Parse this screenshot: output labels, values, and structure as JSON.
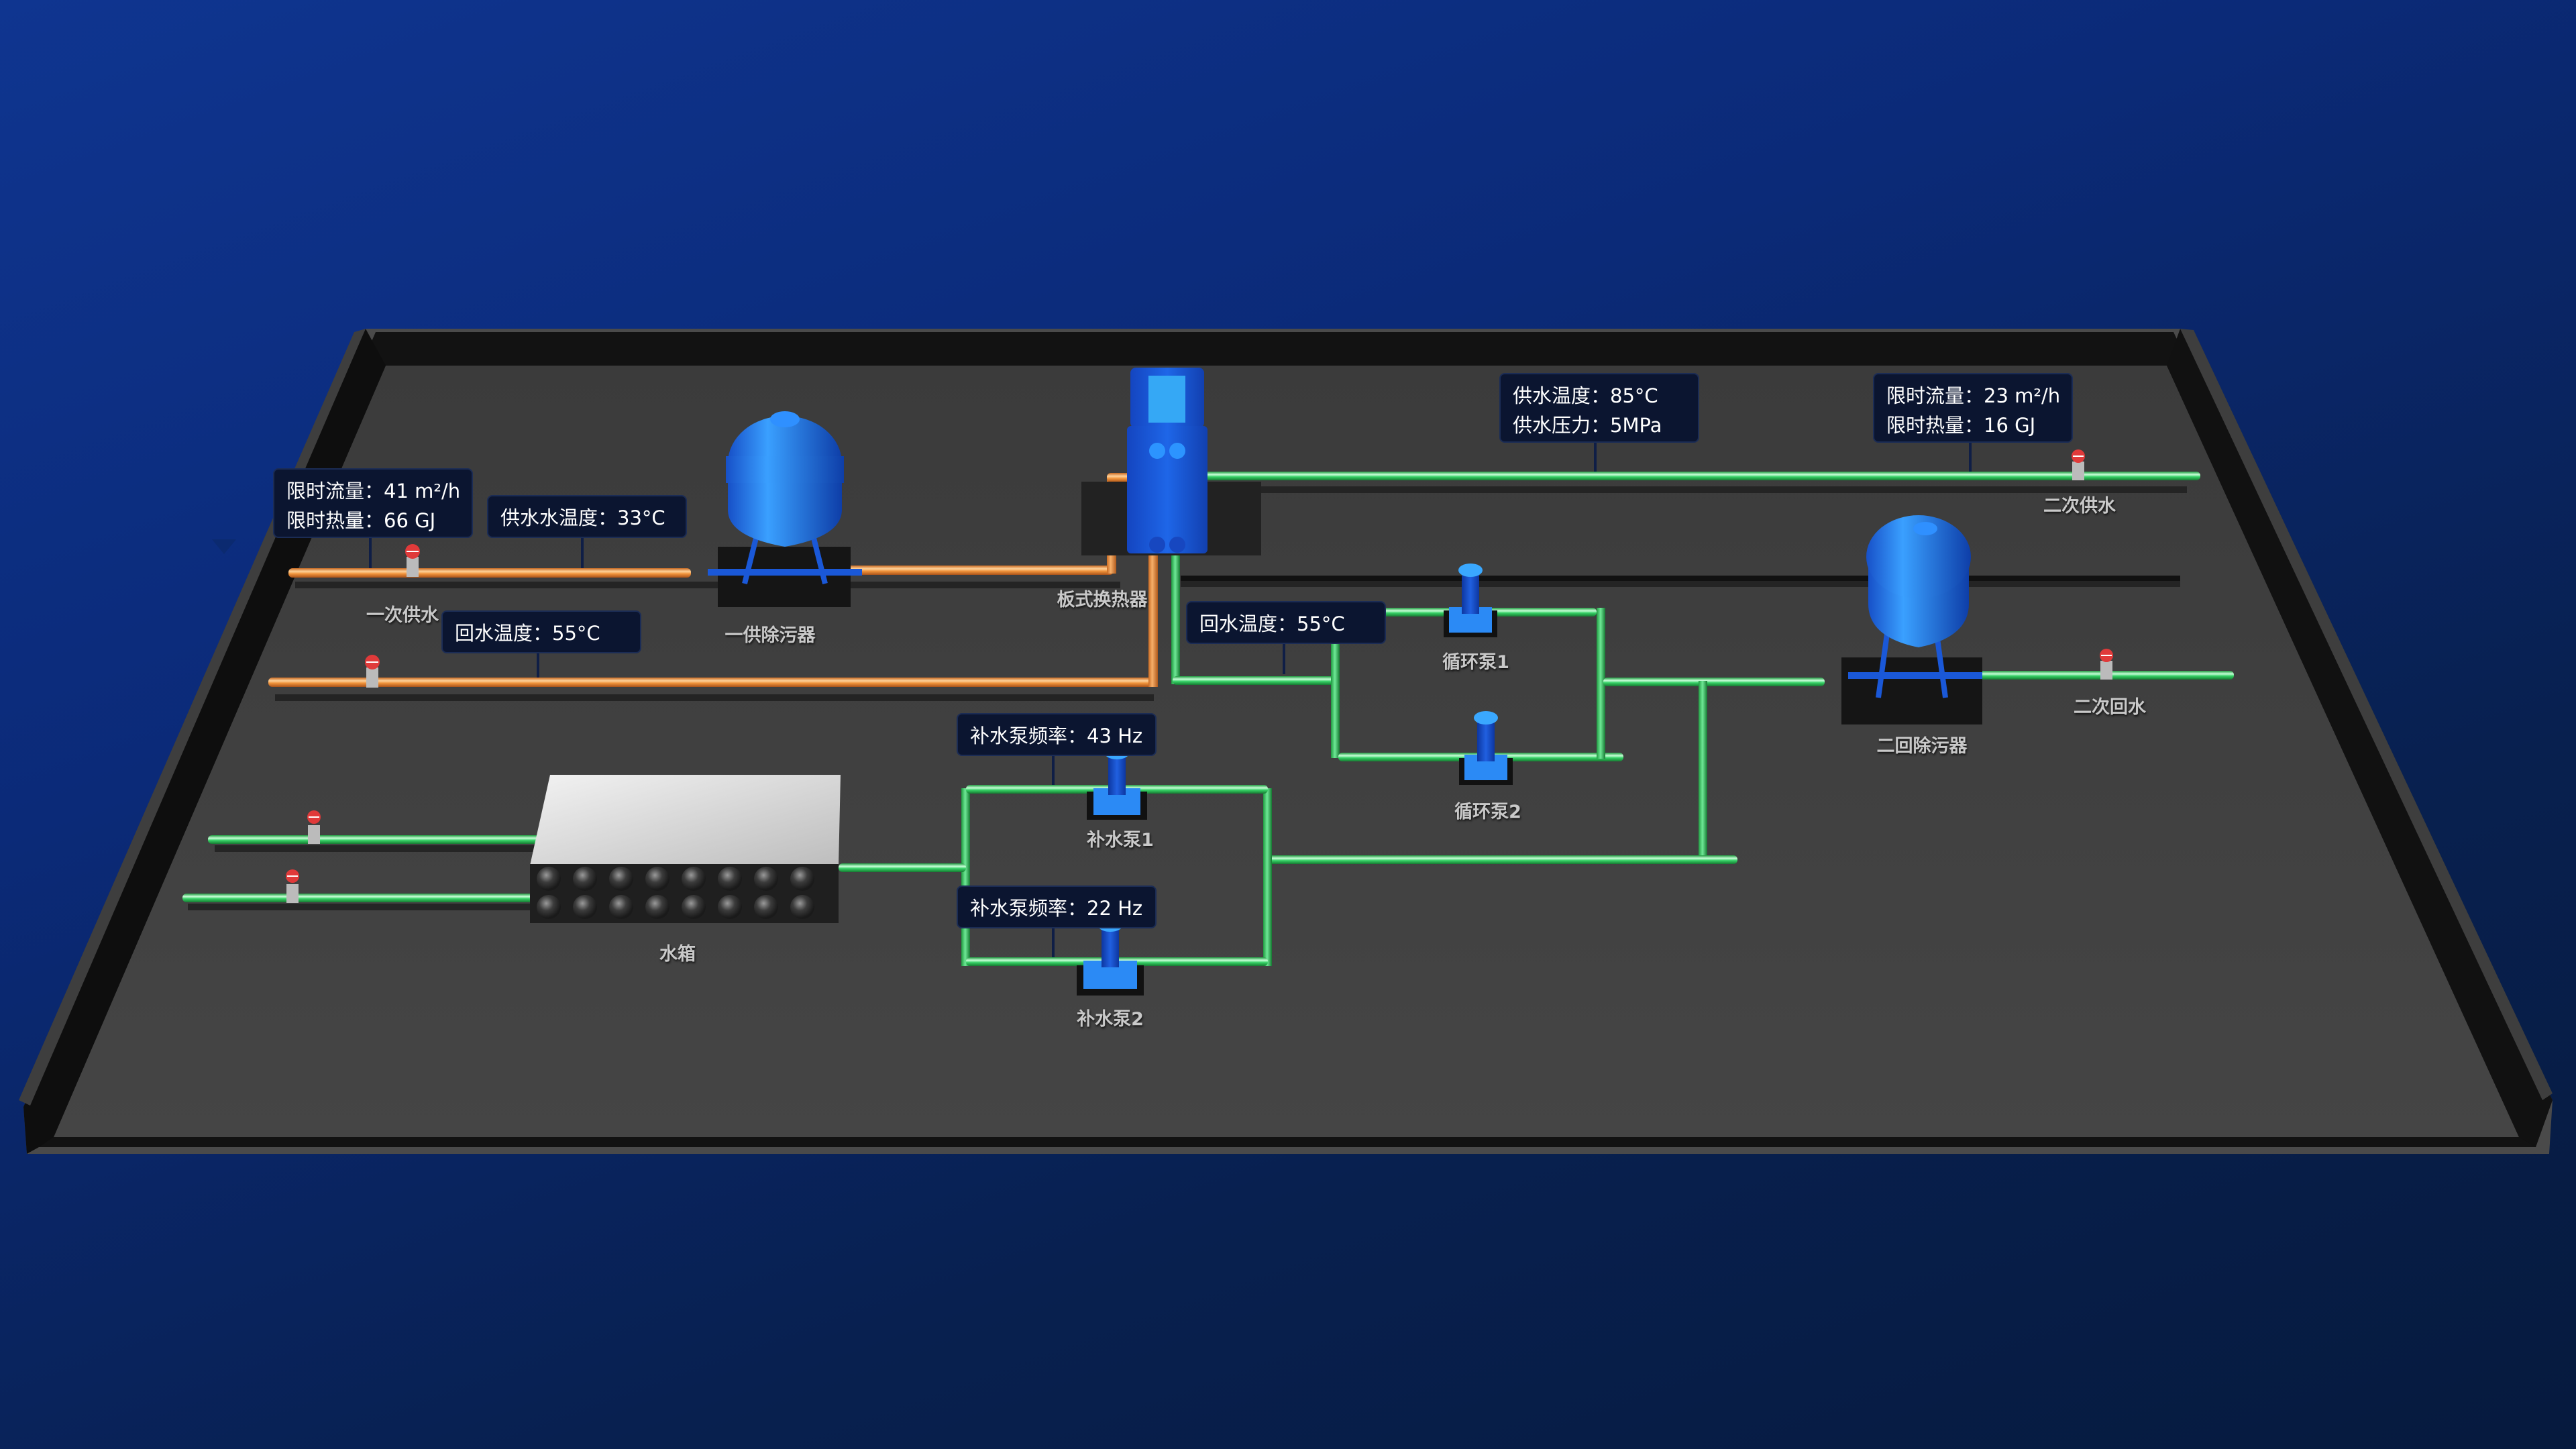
{
  "scene": {
    "background": "#0c2a78",
    "floor_color": "#444444",
    "wall_color": "#141414",
    "pipe_colors": {
      "primary": "#f0933a",
      "secondary": "#2fcc5a"
    },
    "equipment_color": "#1e6ee6"
  },
  "equipment_labels": {
    "primary_supply": "一次供水",
    "primary_filter": "一供除污器",
    "plate_heat_exchanger": "板式换热器",
    "circulation_pump_1": "循环泵1",
    "circulation_pump_2": "循环泵2",
    "secondary_supply": "二次供水",
    "secondary_return": "二次回水",
    "secondary_filter": "二回除污器",
    "makeup_pump_1": "补水泵1",
    "makeup_pump_2": "补水泵2",
    "water_tank": "水箱"
  },
  "tooltips": {
    "primary_flow": {
      "line1": "限时流量：41  m²/h",
      "line2": "限时热量：66  GJ"
    },
    "primary_supply_temp": {
      "line1": "供水水温度：33°C"
    },
    "primary_return_temp": {
      "line1": "回水温度：55°C"
    },
    "secondary_supply": {
      "line1": "供水温度：85°C",
      "line2": "供水压力：5MPa"
    },
    "secondary_flow": {
      "line1": "限时流量：23  m²/h",
      "line2": "限时热量：16  GJ"
    },
    "secondary_return_temp": {
      "line1": "回水温度：55°C"
    },
    "makeup_pump_1_freq": {
      "line1": "补水泵频率：43  Hz"
    },
    "makeup_pump_2_freq": {
      "line1": "补水泵频率：22  Hz"
    }
  },
  "controls": {
    "collapse_icon": "triangle-down"
  }
}
